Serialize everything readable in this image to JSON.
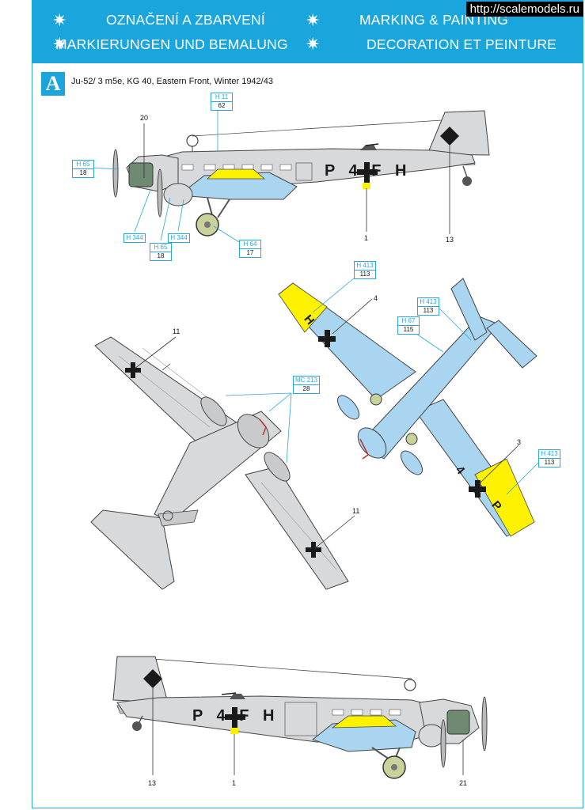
{
  "header": {
    "cz": "OZNAČENÍ A ZBARVENÍ",
    "en": "MARKING & PAINTING",
    "de": "MARKIERUNGEN UND BEMALUNG",
    "fr": "DECORATION ET PEINTURE",
    "watermark": "http://scalemodels.ru"
  },
  "profile": {
    "letter": "A",
    "subtitle": "Ju-52/ 3 m5e, KG 40, Eastern Front, Winter 1942/43"
  },
  "codes": {
    "side": "P 4 F H",
    "bottom": "P 4 F H",
    "top_p": "P",
    "top_4": "4",
    "wing_h": "H"
  },
  "callouts": {
    "h11": {
      "name": "H 11",
      "num": "62"
    },
    "h65a": {
      "name": "H 65",
      "num": "18"
    },
    "h344a": {
      "name": "H 344"
    },
    "h65b": {
      "name": "H 65",
      "num": "18"
    },
    "h344b": {
      "name": "H 344"
    },
    "h64": {
      "name": "H 64",
      "num": "17"
    },
    "h413a": {
      "name": "H 413",
      "num": "113"
    },
    "h413b": {
      "name": "H 413",
      "num": "113"
    },
    "h67": {
      "name": "H 67",
      "num": "115"
    },
    "mc213": {
      "name": "MC 213",
      "num": "28"
    },
    "h413c": {
      "name": "H 413",
      "num": "113"
    }
  },
  "numbers": {
    "n20": "20",
    "n1a": "1",
    "n13a": "13",
    "n4": "4",
    "n11a": "11",
    "n3": "3",
    "n11b": "11",
    "n13b": "13",
    "n1b": "1",
    "n21": "21"
  },
  "colors": {
    "header": "#1aa5dd",
    "light_grey": "#d8d9db",
    "light_blue": "#a9d5f0",
    "yellow": "#fff200",
    "black": "#1a1a1a"
  }
}
